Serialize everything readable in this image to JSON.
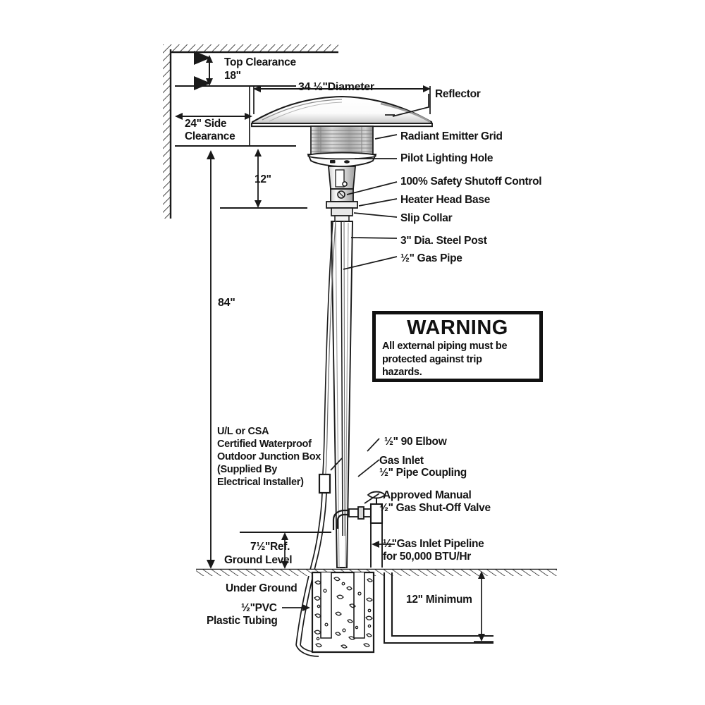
{
  "diagram": {
    "title": "Outdoor Gas Patio Heater Installation Diagram",
    "colors": {
      "line": "#1a1a1a",
      "text": "#141414",
      "shade": "#b9b9b9",
      "fill": "#ffffff"
    }
  },
  "clearances": {
    "top_label": "Top Clearance",
    "top_value": "18\"",
    "side_label_line1": "24\" Side",
    "side_label_line2": "Clearance",
    "head_height": "12\"",
    "mounting_height": "84\""
  },
  "reflector": {
    "diameter_label": "34 ½\"Diameter"
  },
  "callouts": {
    "reflector": "Reflector",
    "emitter_grid": "Radiant Emitter Grid",
    "pilot_hole": "Pilot Lighting Hole",
    "safety_control": "100% Safety Shutoff Control",
    "head_base": "Heater Head Base",
    "slip_collar": "Slip Collar",
    "steel_post": "3\" Dia. Steel Post",
    "gas_pipe": "½\" Gas Pipe",
    "elbow": "½\" 90 Elbow",
    "gas_inlet": "Gas Inlet",
    "pipe_coupling": "½\" Pipe Coupling",
    "shutoff_valve_line1": "Approved Manual",
    "shutoff_valve_line2": "½\" Gas Shut-Off Valve",
    "pipeline_line1": "½\"Gas Inlet Pipeline",
    "pipeline_line2": "for 50,000 BTU/Hr"
  },
  "junction_box": {
    "line1": "U/L or CSA",
    "line2": "Certified Waterproof",
    "line3": "Outdoor Junction Box",
    "line4": "(Supplied By",
    "line5": "Electrical Installer)"
  },
  "ground": {
    "ref_line1": "7½\"Ref.",
    "ref_line2": "Ground Level",
    "under_ground": "Under Ground",
    "pvc_line1": "½\"PVC",
    "pvc_line2": "Plastic Tubing",
    "depth_minimum": "12\" Minimum"
  },
  "warning": {
    "title": "WARNING",
    "body_line1": "All external piping must be",
    "body_line2": "protected against trip",
    "body_line3": "hazards."
  }
}
